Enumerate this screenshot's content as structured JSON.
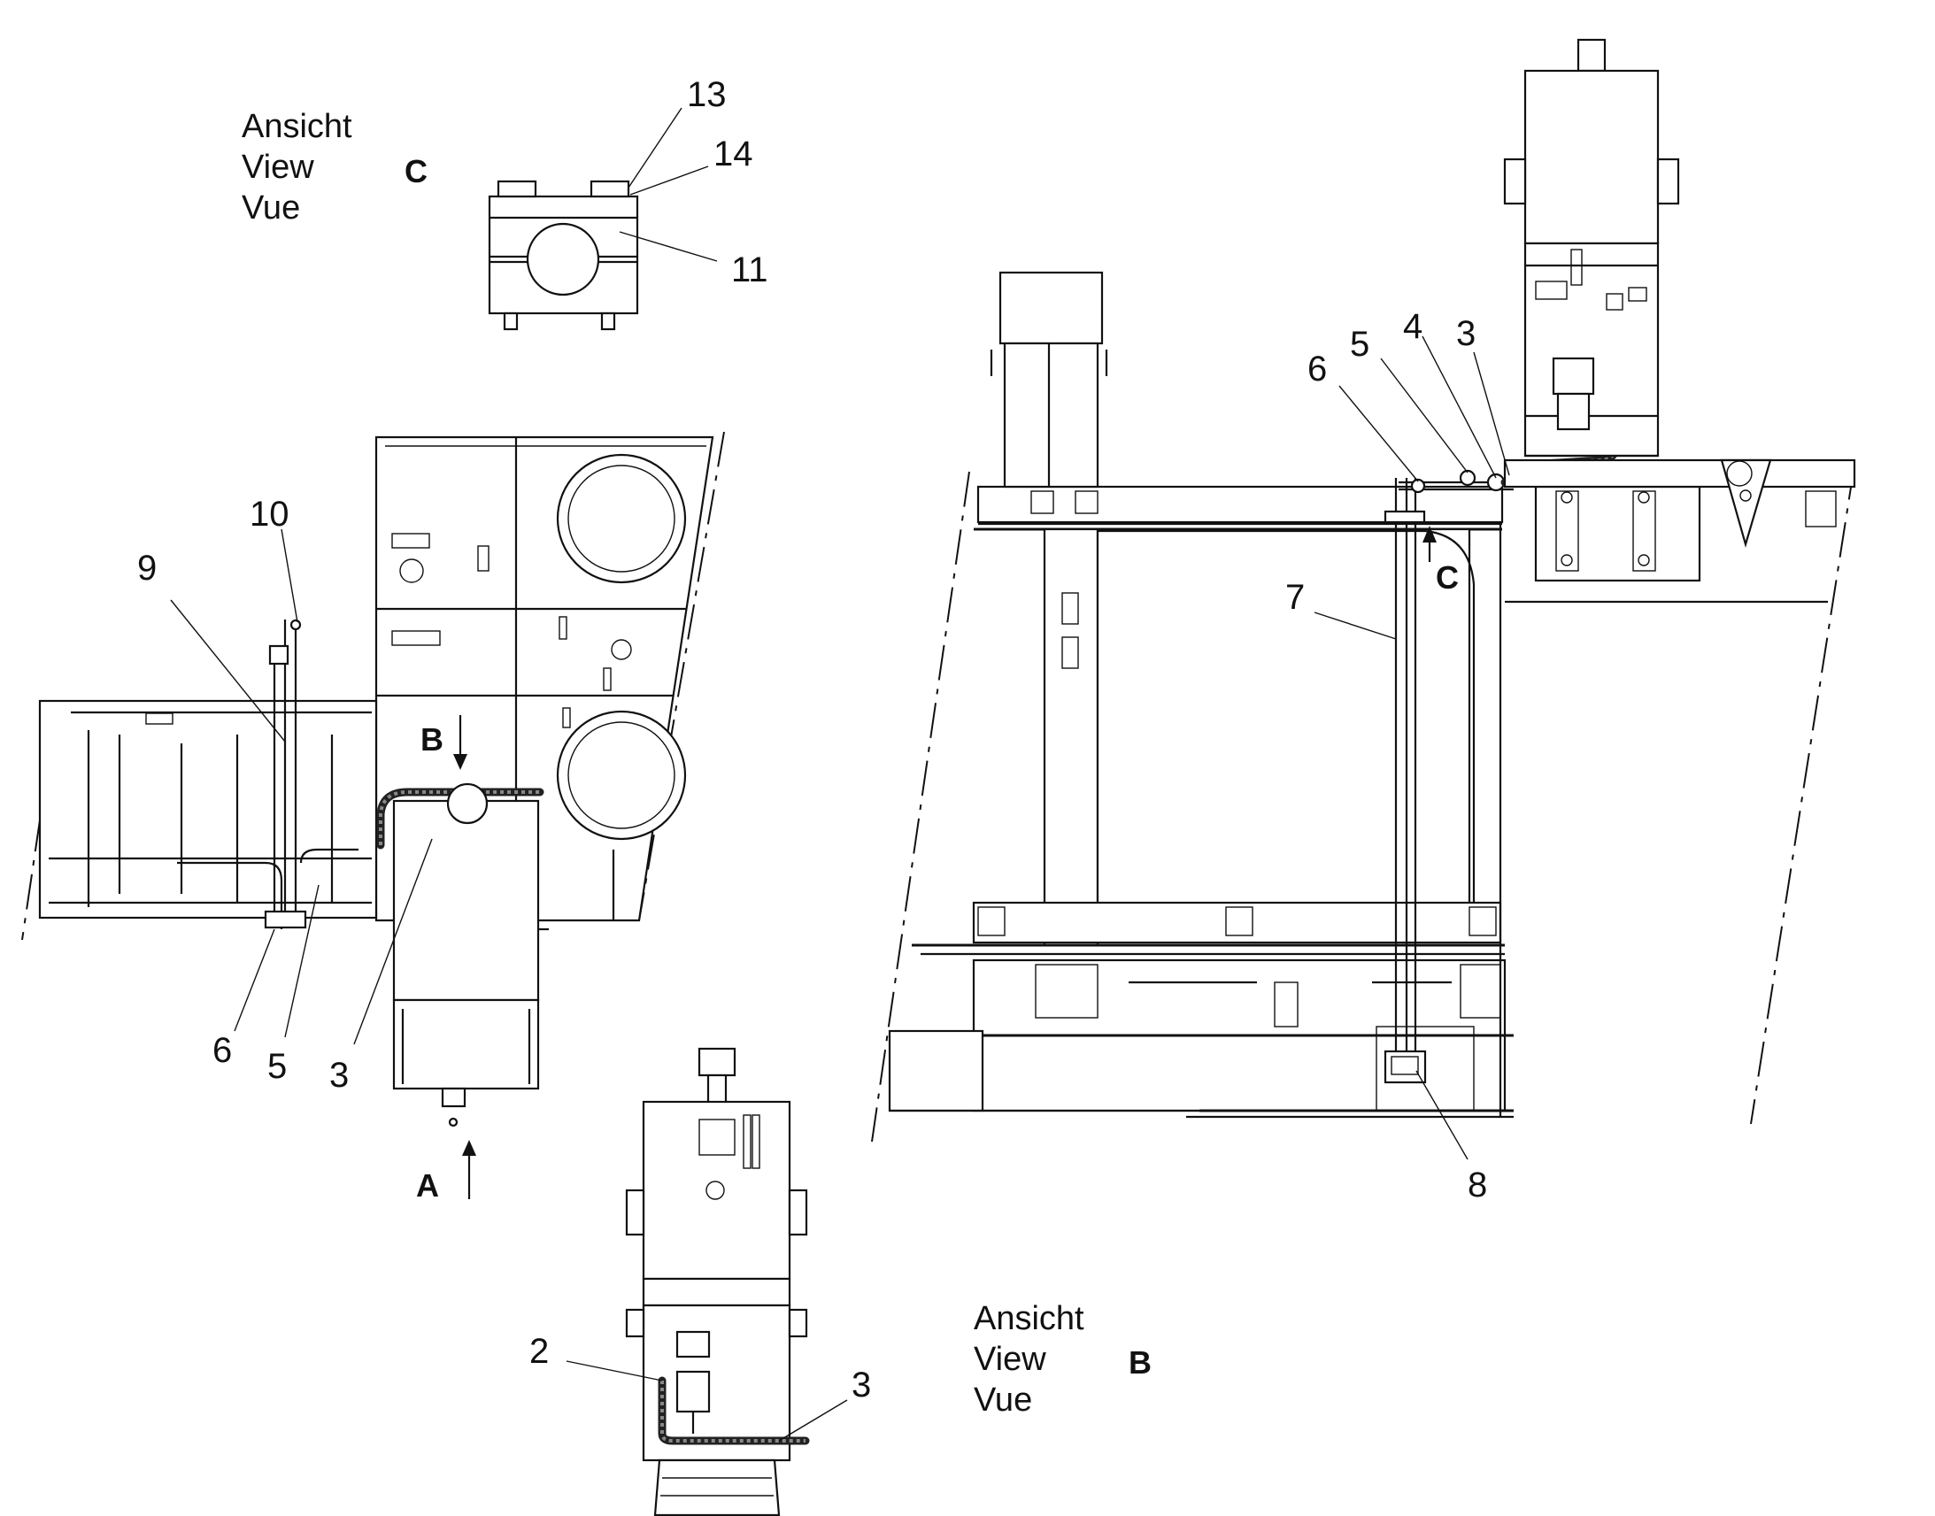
{
  "view_c": {
    "lines": [
      "Ansicht",
      "View",
      "Vue"
    ],
    "letter": "C"
  },
  "view_b": {
    "lines": [
      "Ansicht",
      "View",
      "Vue"
    ],
    "letter": "B"
  },
  "arrows": {
    "a": "A",
    "b": "B",
    "c": "C"
  },
  "callouts": {
    "clamp_13": "13",
    "clamp_14": "14",
    "clamp_11": "11",
    "left_10": "10",
    "left_9": "9",
    "left_6": "6",
    "left_5": "5",
    "left_3": "3",
    "right_6": "6",
    "right_5": "5",
    "right_4": "4",
    "right_3": "3",
    "right_7": "7",
    "right_8": "8",
    "bottom_2": "2",
    "bottom_3": "3"
  }
}
